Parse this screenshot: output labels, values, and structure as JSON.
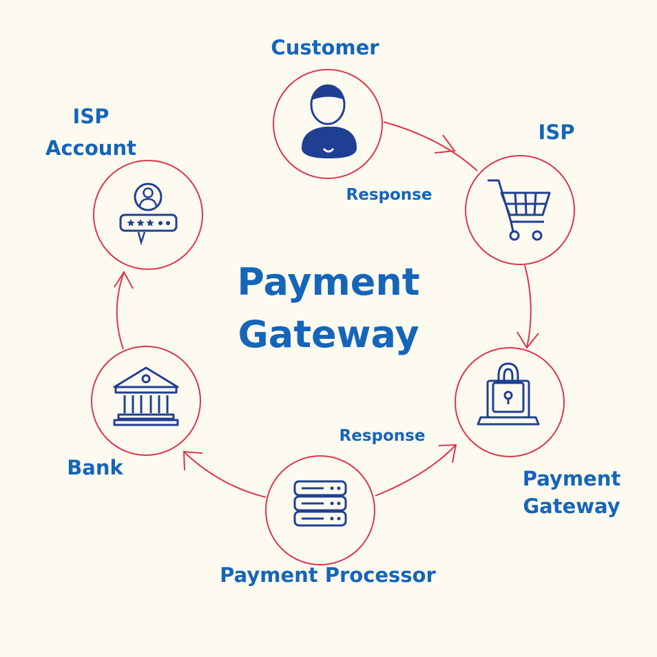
{
  "title": {
    "line1": "Payment",
    "line2": "Gateway"
  },
  "nodes": {
    "customer": {
      "label": "Customer",
      "icon": "user-icon"
    },
    "isp": {
      "label": "ISP",
      "icon": "shopping-cart-icon"
    },
    "gateway": {
      "line1": "Payment",
      "line2": "Gateway",
      "icon": "laptop-lock-icon"
    },
    "processor": {
      "label": "Payment Processor",
      "icon": "server-icon"
    },
    "bank": {
      "label": "Bank",
      "icon": "bank-icon"
    },
    "account": {
      "line1": "ISP",
      "line2": "Account",
      "icon": "user-password-icon"
    }
  },
  "edges": {
    "response_top": "Response",
    "response_bottom": "Response"
  },
  "colors": {
    "accent": "#e0344a",
    "text": "#1565b8",
    "icon": "#1f3f93",
    "background": "#fdfaf0"
  }
}
